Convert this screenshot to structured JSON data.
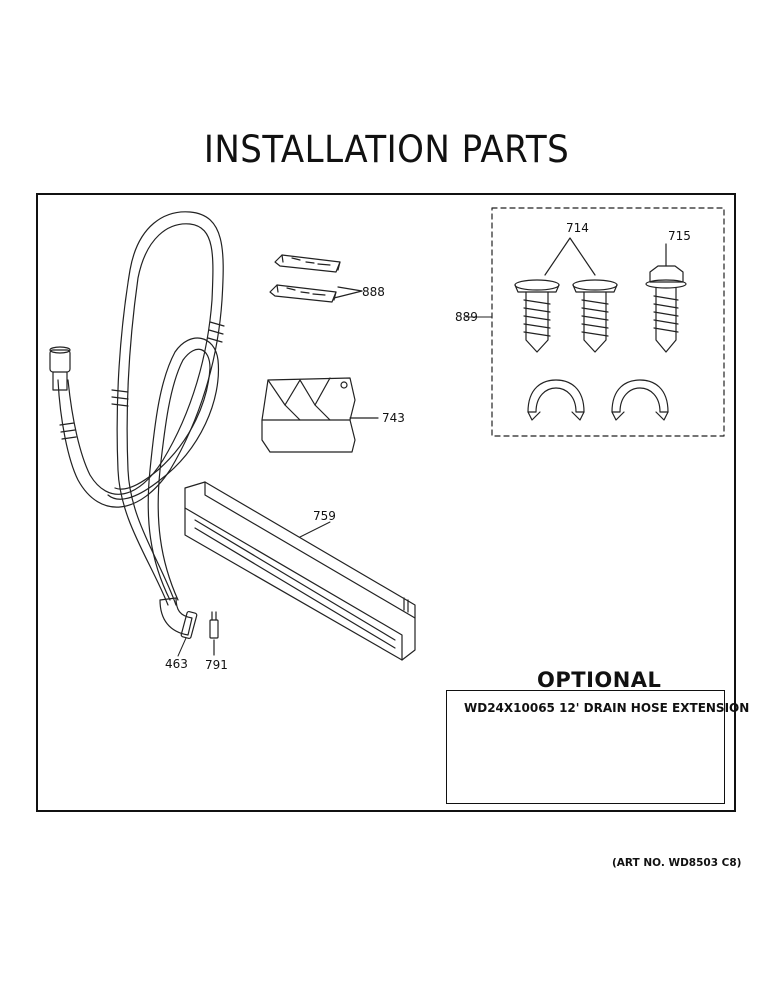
{
  "title": "INSTALLATION PARTS",
  "callouts": {
    "p888": "888",
    "p743": "743",
    "p759": "759",
    "p463": "463",
    "p791": "791",
    "p889": "889",
    "p714": "714",
    "p715": "715"
  },
  "optional": {
    "heading": "OPTIONAL",
    "part_text": "WD24X10065 12' DRAIN HOSE EXTENSION"
  },
  "art_number": "(ART NO. WD8503 C8)"
}
